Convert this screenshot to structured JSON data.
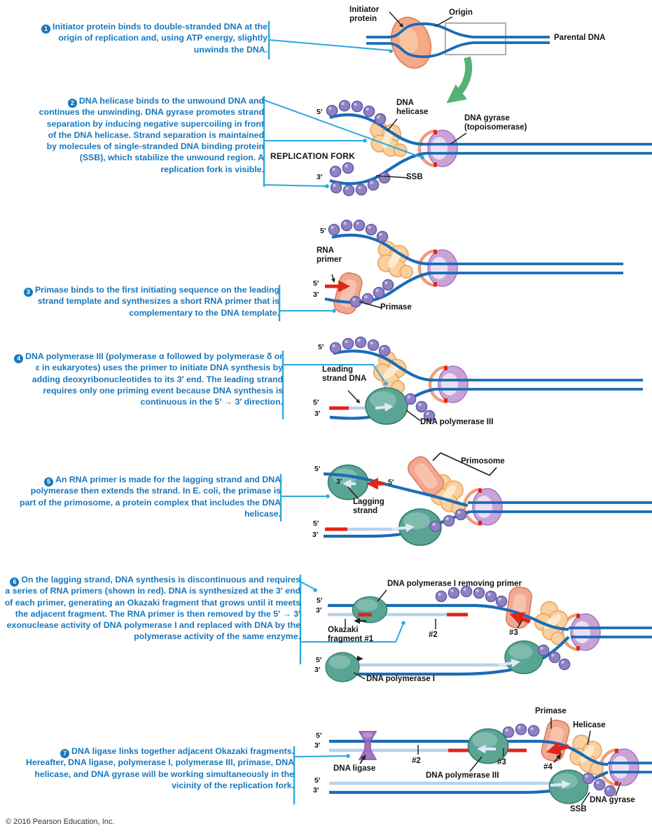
{
  "steps": [
    {
      "num": "1",
      "text": "Initiator protein binds to double-stranded DNA at the origin of replication and, using ATP energy, slightly unwinds the DNA."
    },
    {
      "num": "2",
      "text": "DNA helicase binds to the unwound DNA and continues the unwinding. DNA gyrase promotes strand separation by inducing negative supercoiling in front of the DNA helicase. Strand separation is maintained by molecules of single-stranded DNA binding protein (SSB), which stabilize the unwound region. A replication fork is visible."
    },
    {
      "num": "3",
      "text": "Primase binds to the first initiating sequence on the leading strand template and synthesizes a short RNA primer that is complementary to the DNA template."
    },
    {
      "num": "4",
      "text": "DNA polymerase III (polymerase α followed by polymerase δ or ε in eukaryotes) uses the primer to initiate DNA synthesis by adding deoxyribonucleotides to its 3′ end. The leading strand requires only one priming event because DNA synthesis is continuous in the 5′ → 3′ direction."
    },
    {
      "num": "5",
      "text": "An RNA primer is made for the lagging strand and DNA polymerase then extends the strand. In E. coli, the primase is part of the primosome, a protein complex that includes the DNA helicase."
    },
    {
      "num": "6",
      "text": "On the lagging strand, DNA synthesis is discontinuous and requires a series of RNA primers (shown in red). DNA is synthesized at the 3′ end of each primer, generating an Okazaki fragment that grows until it meets the adjacent fragment. The RNA primer is then removed by the 5′ → 3′ exonuclease activity of DNA polymerase I and replaced with DNA by the polymerase activity of the same enzyme."
    },
    {
      "num": "7",
      "text": "DNA ligase links together adjacent Okazaki fragments. Hereafter, DNA ligase, polymerase I, polymerase III, primase, DNA helicase, and DNA gyrase will be working simultaneously in the vicinity of the replication fork."
    }
  ],
  "labels": {
    "initiator_protein": "Initiator\nprotein",
    "origin": "Origin",
    "parental_dna": "Parental DNA",
    "dna_helicase": "DNA\nhelicase",
    "dna_gyrase": "DNA gyrase\n(topoisomerase)",
    "replication_fork": "REPLICATION FORK",
    "ssb": "SSB",
    "rna_primer": "RNA\nprimer",
    "primase": "Primase",
    "leading_strand": "Leading\nstrand DNA",
    "dna_pol3": "DNA polymerase III",
    "primosome": "Primosome",
    "lagging_strand": "Lagging\nstrand",
    "pol1_removing": "DNA polymerase I removing primer",
    "okazaki1": "Okazaki\nfragment #1",
    "frag2": "#2",
    "frag3": "#3",
    "frag4": "#4",
    "dna_pol1": "DNA polymerase I",
    "dna_ligase": "DNA ligase",
    "helicase": "Helicase",
    "dna_gyrase_short": "DNA gyrase",
    "five_prime": "5′",
    "three_prime": "3′"
  },
  "footer": {
    "copyright": "© 2016 Pearson Education, Inc."
  },
  "colors": {
    "step_text": "#1778be",
    "connector": "#2aa9e0",
    "strand_dark": "#1b6cb5",
    "strand_light": "#b9d2ec",
    "primer_red": "#e02518",
    "helicase_fill": "#f9d09f",
    "primase_fill": "#f2a78f",
    "polymerase_fill": "#5aa493",
    "bead_fill": "#8f82c4",
    "gyrase_fill": "#c9a3d8",
    "ligase_fill": "#9a6bbd",
    "arrow_green": "#54b274"
  }
}
